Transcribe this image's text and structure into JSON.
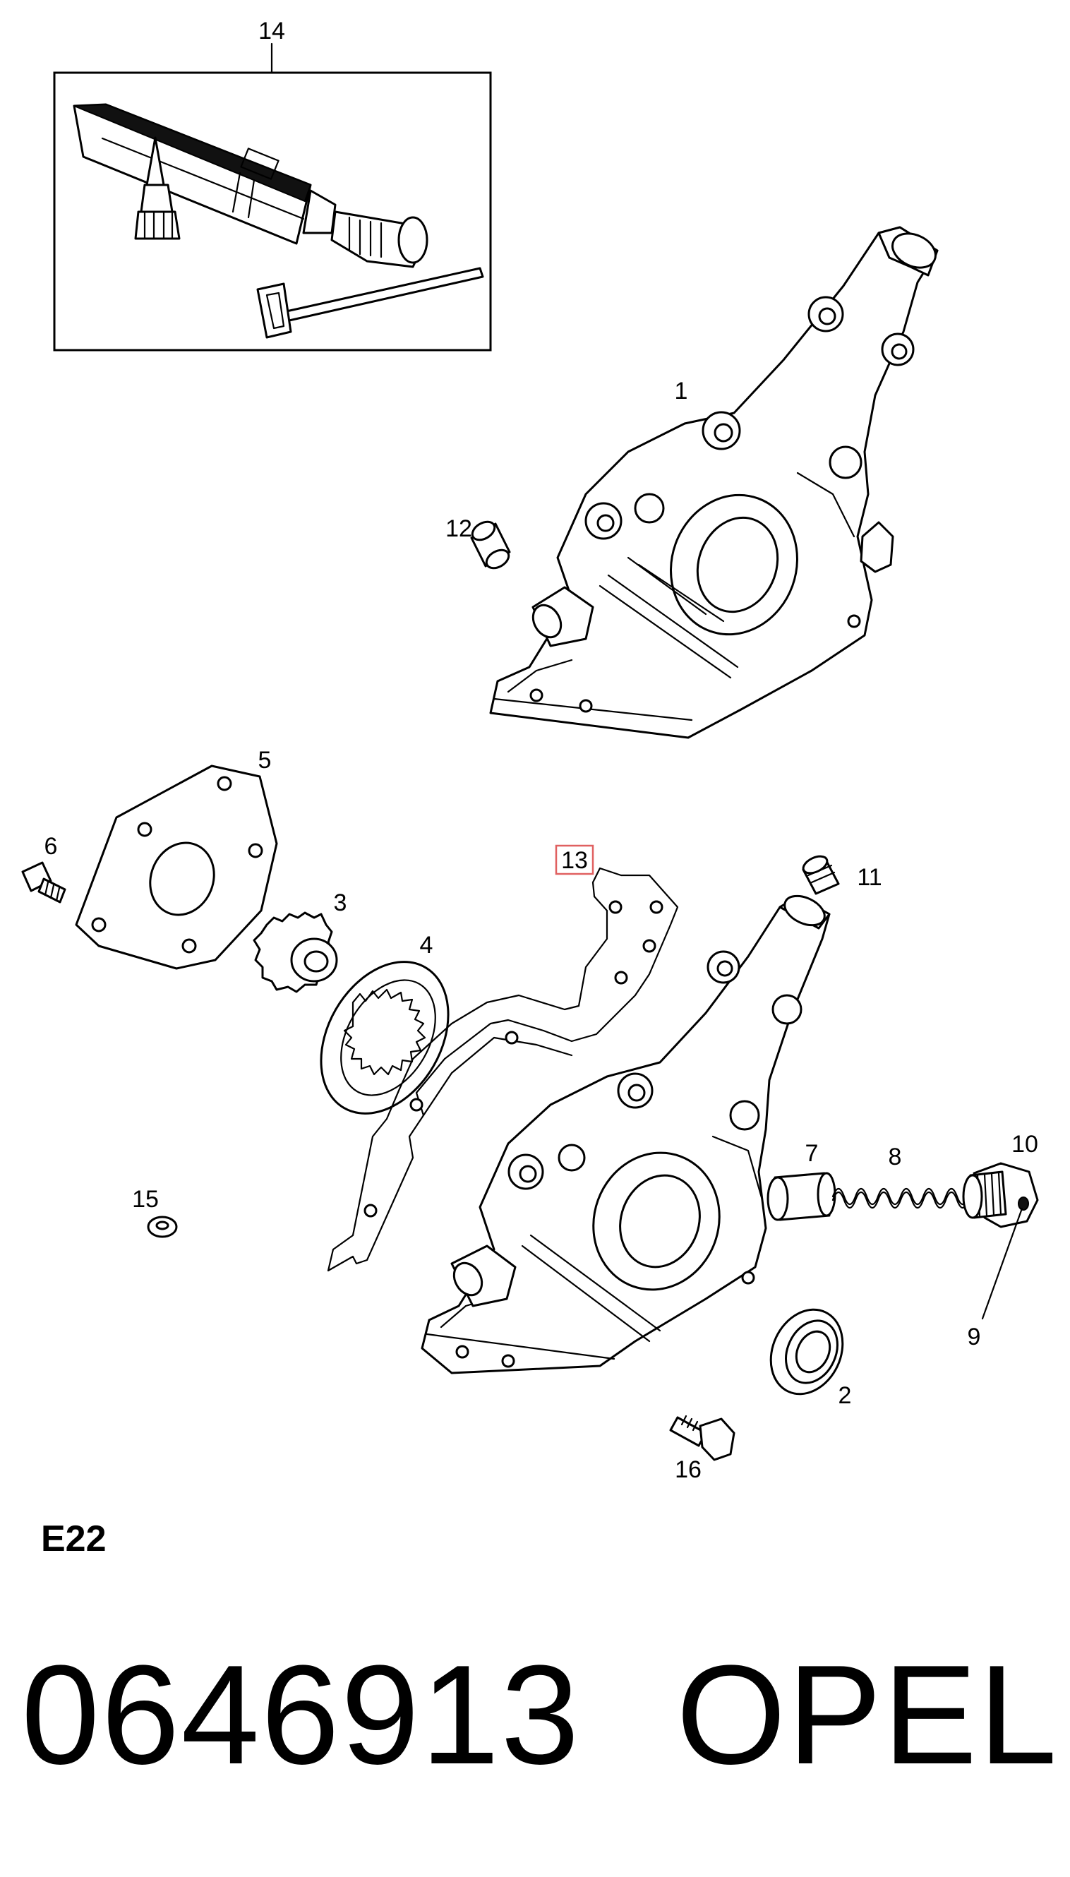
{
  "diagram": {
    "code": "E22",
    "part_number": "0646913",
    "brand": "OPEL",
    "highlighted_callout": "13",
    "highlight_color": "#e06060",
    "callouts": {
      "c1": "1",
      "c2": "2",
      "c3": "3",
      "c4": "4",
      "c5": "5",
      "c6": "6",
      "c7": "7",
      "c8": "8",
      "c9": "9",
      "c10": "10",
      "c11": "11",
      "c12": "12",
      "c13": "13",
      "c14": "14",
      "c15": "15",
      "c16": "16"
    }
  }
}
